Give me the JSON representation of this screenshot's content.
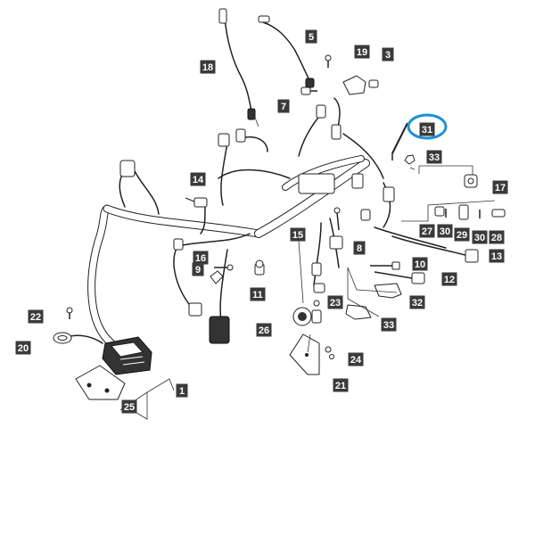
{
  "highlight_color": "#1e90d8",
  "callout_bg": "#3a3a3a",
  "callouts": [
    {
      "id": "1",
      "label": "1",
      "highlighted": false
    },
    {
      "id": "3",
      "label": "3",
      "highlighted": false
    },
    {
      "id": "5",
      "label": "5",
      "highlighted": false
    },
    {
      "id": "7",
      "label": "7",
      "highlighted": false
    },
    {
      "id": "8",
      "label": "8",
      "highlighted": false
    },
    {
      "id": "9",
      "label": "9",
      "highlighted": false
    },
    {
      "id": "10",
      "label": "10",
      "highlighted": false
    },
    {
      "id": "11",
      "label": "11",
      "highlighted": false
    },
    {
      "id": "12",
      "label": "12",
      "highlighted": false
    },
    {
      "id": "13",
      "label": "13",
      "highlighted": false
    },
    {
      "id": "14",
      "label": "14",
      "highlighted": false
    },
    {
      "id": "15",
      "label": "15",
      "highlighted": false
    },
    {
      "id": "16",
      "label": "16",
      "highlighted": false
    },
    {
      "id": "17",
      "label": "17",
      "highlighted": false
    },
    {
      "id": "18",
      "label": "18",
      "highlighted": false
    },
    {
      "id": "19",
      "label": "19",
      "highlighted": false
    },
    {
      "id": "20",
      "label": "20",
      "highlighted": false
    },
    {
      "id": "21",
      "label": "21",
      "highlighted": false
    },
    {
      "id": "22",
      "label": "22",
      "highlighted": false
    },
    {
      "id": "23",
      "label": "23",
      "highlighted": false
    },
    {
      "id": "24",
      "label": "24",
      "highlighted": false
    },
    {
      "id": "25",
      "label": "25",
      "highlighted": false
    },
    {
      "id": "26",
      "label": "26",
      "highlighted": false
    },
    {
      "id": "27",
      "label": "27",
      "highlighted": false
    },
    {
      "id": "28",
      "label": "28",
      "highlighted": false
    },
    {
      "id": "29",
      "label": "29",
      "highlighted": false
    },
    {
      "id": "30a",
      "label": "30",
      "highlighted": false
    },
    {
      "id": "30b",
      "label": "30",
      "highlighted": false
    },
    {
      "id": "31",
      "label": "31",
      "highlighted": true
    },
    {
      "id": "32",
      "label": "32",
      "highlighted": false
    },
    {
      "id": "33a",
      "label": "33",
      "highlighted": false
    },
    {
      "id": "33b",
      "label": "33",
      "highlighted": false
    }
  ]
}
